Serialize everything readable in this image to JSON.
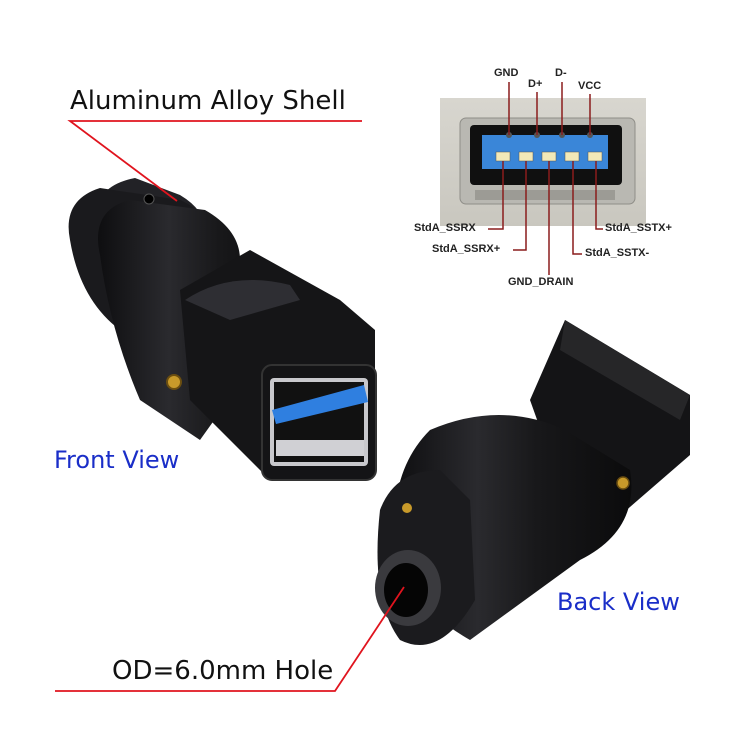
{
  "callouts": {
    "shell": "Aluminum Alloy Shell",
    "hole": "OD=6.0mm Hole"
  },
  "views": {
    "front": "Front View",
    "back": "Back View"
  },
  "pinout": {
    "top_labels": [
      "GND",
      "D+",
      "D-",
      "VCC"
    ],
    "bottom_labels": [
      "StdA_SSRX",
      "StdA_SSRX+",
      "GND_DRAIN",
      "StdA_SSTX-",
      "StdA_SSTX+"
    ]
  },
  "colors": {
    "callout_line": "#e0141e",
    "view_label": "#1a2ec8",
    "shell": "#1b1b1d",
    "usb_tongue": "#2f7fe0"
  }
}
